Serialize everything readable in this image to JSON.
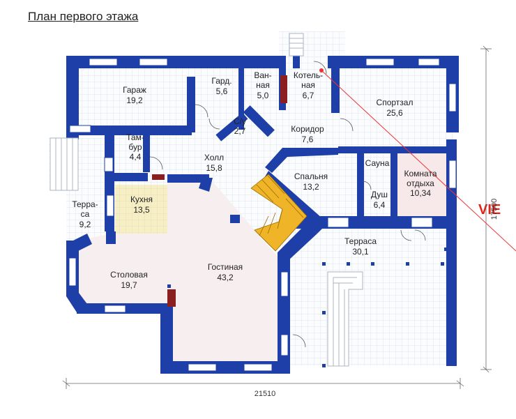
{
  "title": "План первого этажа",
  "dimensions": {
    "width": "21510",
    "height": "17500"
  },
  "watermark": "VIE",
  "rooms": [
    {
      "name": "Гараж",
      "area": "19,2"
    },
    {
      "name": "Гард.",
      "area": "5,6"
    },
    {
      "name_lines": [
        "Ван-",
        "ная"
      ],
      "area": "5,0"
    },
    {
      "name_lines": [
        "Котель-",
        "ная"
      ],
      "area": "6,7"
    },
    {
      "name": "Спортзал",
      "area": "25,6"
    },
    {
      "name": "С/у",
      "area": "2,7"
    },
    {
      "name": "Коридор",
      "area": "7,6"
    },
    {
      "name_lines": [
        "Там-",
        "бур"
      ],
      "area": "4,4"
    },
    {
      "name": "Холл",
      "area": "15,8"
    },
    {
      "name": "Спальня",
      "area": "13,2"
    },
    {
      "name": "Сауна"
    },
    {
      "name_lines": [
        "Комната",
        "отдыха"
      ],
      "area": "10,34"
    },
    {
      "name": "Душ",
      "area": "6,4"
    },
    {
      "name": "Кухня",
      "area": "13,5"
    },
    {
      "name_lines": [
        "Терра-",
        "са"
      ],
      "area": "9,2"
    },
    {
      "name": "Терраса",
      "area": "30,1"
    },
    {
      "name": "Столовая",
      "area": "19,7"
    },
    {
      "name": "Гостиная",
      "area": "43,2"
    }
  ],
  "colors": {
    "wall": "#1f3fa8",
    "grid": "#dfe6ee",
    "kitchen": "#f6efc6",
    "living": "#f6eeee",
    "stairs": "#f0b429",
    "annotation": "#e33"
  }
}
